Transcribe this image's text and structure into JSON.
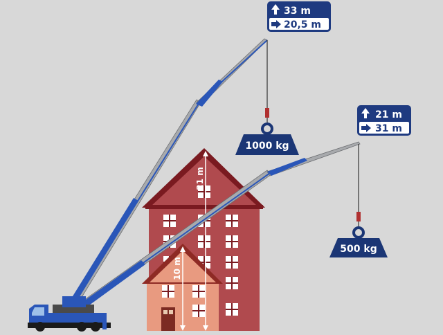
{
  "colors": {
    "background": "#d8d8d8",
    "boom_blue": "#2a56b8",
    "boom_grey": "#a8aaad",
    "label_navy": "#1e3a80",
    "weight_navy": "#1b3675",
    "tall_building": "#b04a4e",
    "tall_roof": "#7a1a20",
    "small_house": "#e89a80",
    "small_roof": "#8e2a24",
    "window": "#ffffff",
    "door": "#7c2a22",
    "measure_line": "#ffffff"
  },
  "icons": {
    "height_icon": "arrow-up-icon",
    "reach_icon": "arrow-right-icon",
    "weight_icon": "weight-icon"
  },
  "high_config": {
    "height": "33 m",
    "reach": "20,5 m",
    "load": "1000 kg"
  },
  "low_config": {
    "height": "21 m",
    "reach": "31 m",
    "load": "500 kg"
  },
  "buildings": {
    "tall_height": "21 m",
    "small_height": "10 m"
  }
}
